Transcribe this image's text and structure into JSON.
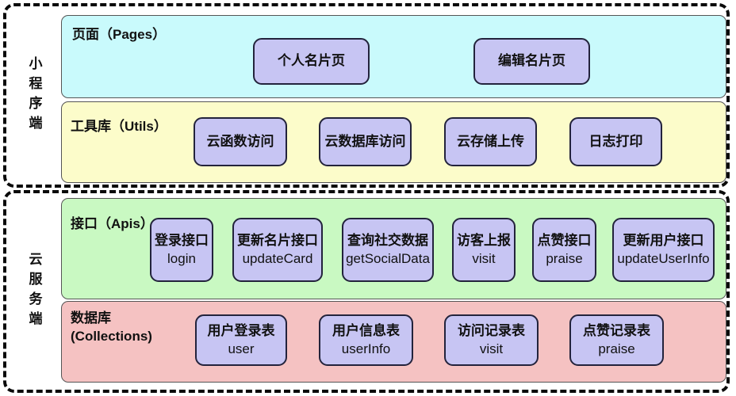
{
  "diagram": {
    "client": {
      "side_label": "小程序端",
      "pages": {
        "title": "页面（Pages）",
        "buttons": [
          {
            "label": "个人名片页"
          },
          {
            "label": "编辑名片页"
          }
        ]
      },
      "utils": {
        "title": "工具库（Utils）",
        "buttons": [
          {
            "label": "云函数访问"
          },
          {
            "label": "云数据库访问"
          },
          {
            "label": "云存储上传"
          },
          {
            "label": "日志打印"
          }
        ]
      }
    },
    "server": {
      "side_label": "云服务端",
      "apis": {
        "title": "接口（Apis）",
        "buttons": [
          {
            "label": "登录接口",
            "sub": "login"
          },
          {
            "label": "更新名片接口",
            "sub": "updateCard"
          },
          {
            "label": "查询社交数据",
            "sub": "getSocialData"
          },
          {
            "label": "访客上报",
            "sub": "visit"
          },
          {
            "label": "点赞接口",
            "sub": "praise"
          },
          {
            "label": "更新用户接口",
            "sub": "updateUserInfo"
          }
        ]
      },
      "collections": {
        "title": "数据库\n(Collections)",
        "buttons": [
          {
            "label": "用户登录表",
            "sub": "user"
          },
          {
            "label": "用户信息表",
            "sub": "userInfo"
          },
          {
            "label": "访问记录表",
            "sub": "visit"
          },
          {
            "label": "点赞记录表",
            "sub": "praise"
          }
        ]
      }
    },
    "colors": {
      "pages_bg": "#c9fafc",
      "utils_bg": "#fcfcca",
      "apis_bg": "#c9f9c2",
      "collections_bg": "#f5c2c2",
      "node_bg": "#c7c5f3",
      "dashed_border": "#0a0a0a"
    }
  }
}
